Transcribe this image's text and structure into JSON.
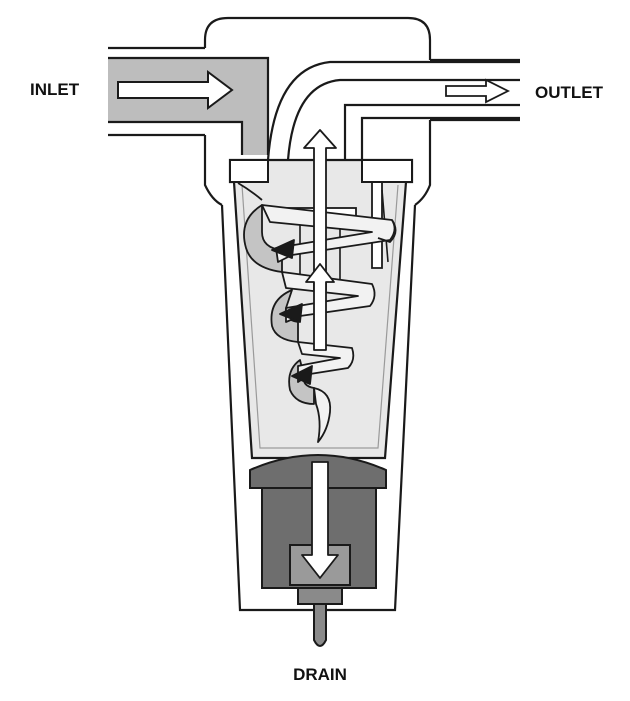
{
  "labels": {
    "inlet": "INLET",
    "outlet": "OUTLET",
    "drain": "DRAIN"
  },
  "colors": {
    "stroke": "#1a1a1a",
    "bowl_fill": "#e8e8e8",
    "pipe_fill": "#bdbdbd",
    "drain_fill": "#6e6e6e",
    "drain_outlet_fill": "#8a8a8a",
    "arrow_fill": "#ffffff",
    "swirl_fill": "#f2f2f2",
    "swirl_back": "#c4c4c4"
  },
  "icons": [
    "inlet-flow-arrow",
    "outlet-flow-arrow",
    "up-flow-arrow",
    "swirl-arrow",
    "drain-flow-arrow"
  ]
}
